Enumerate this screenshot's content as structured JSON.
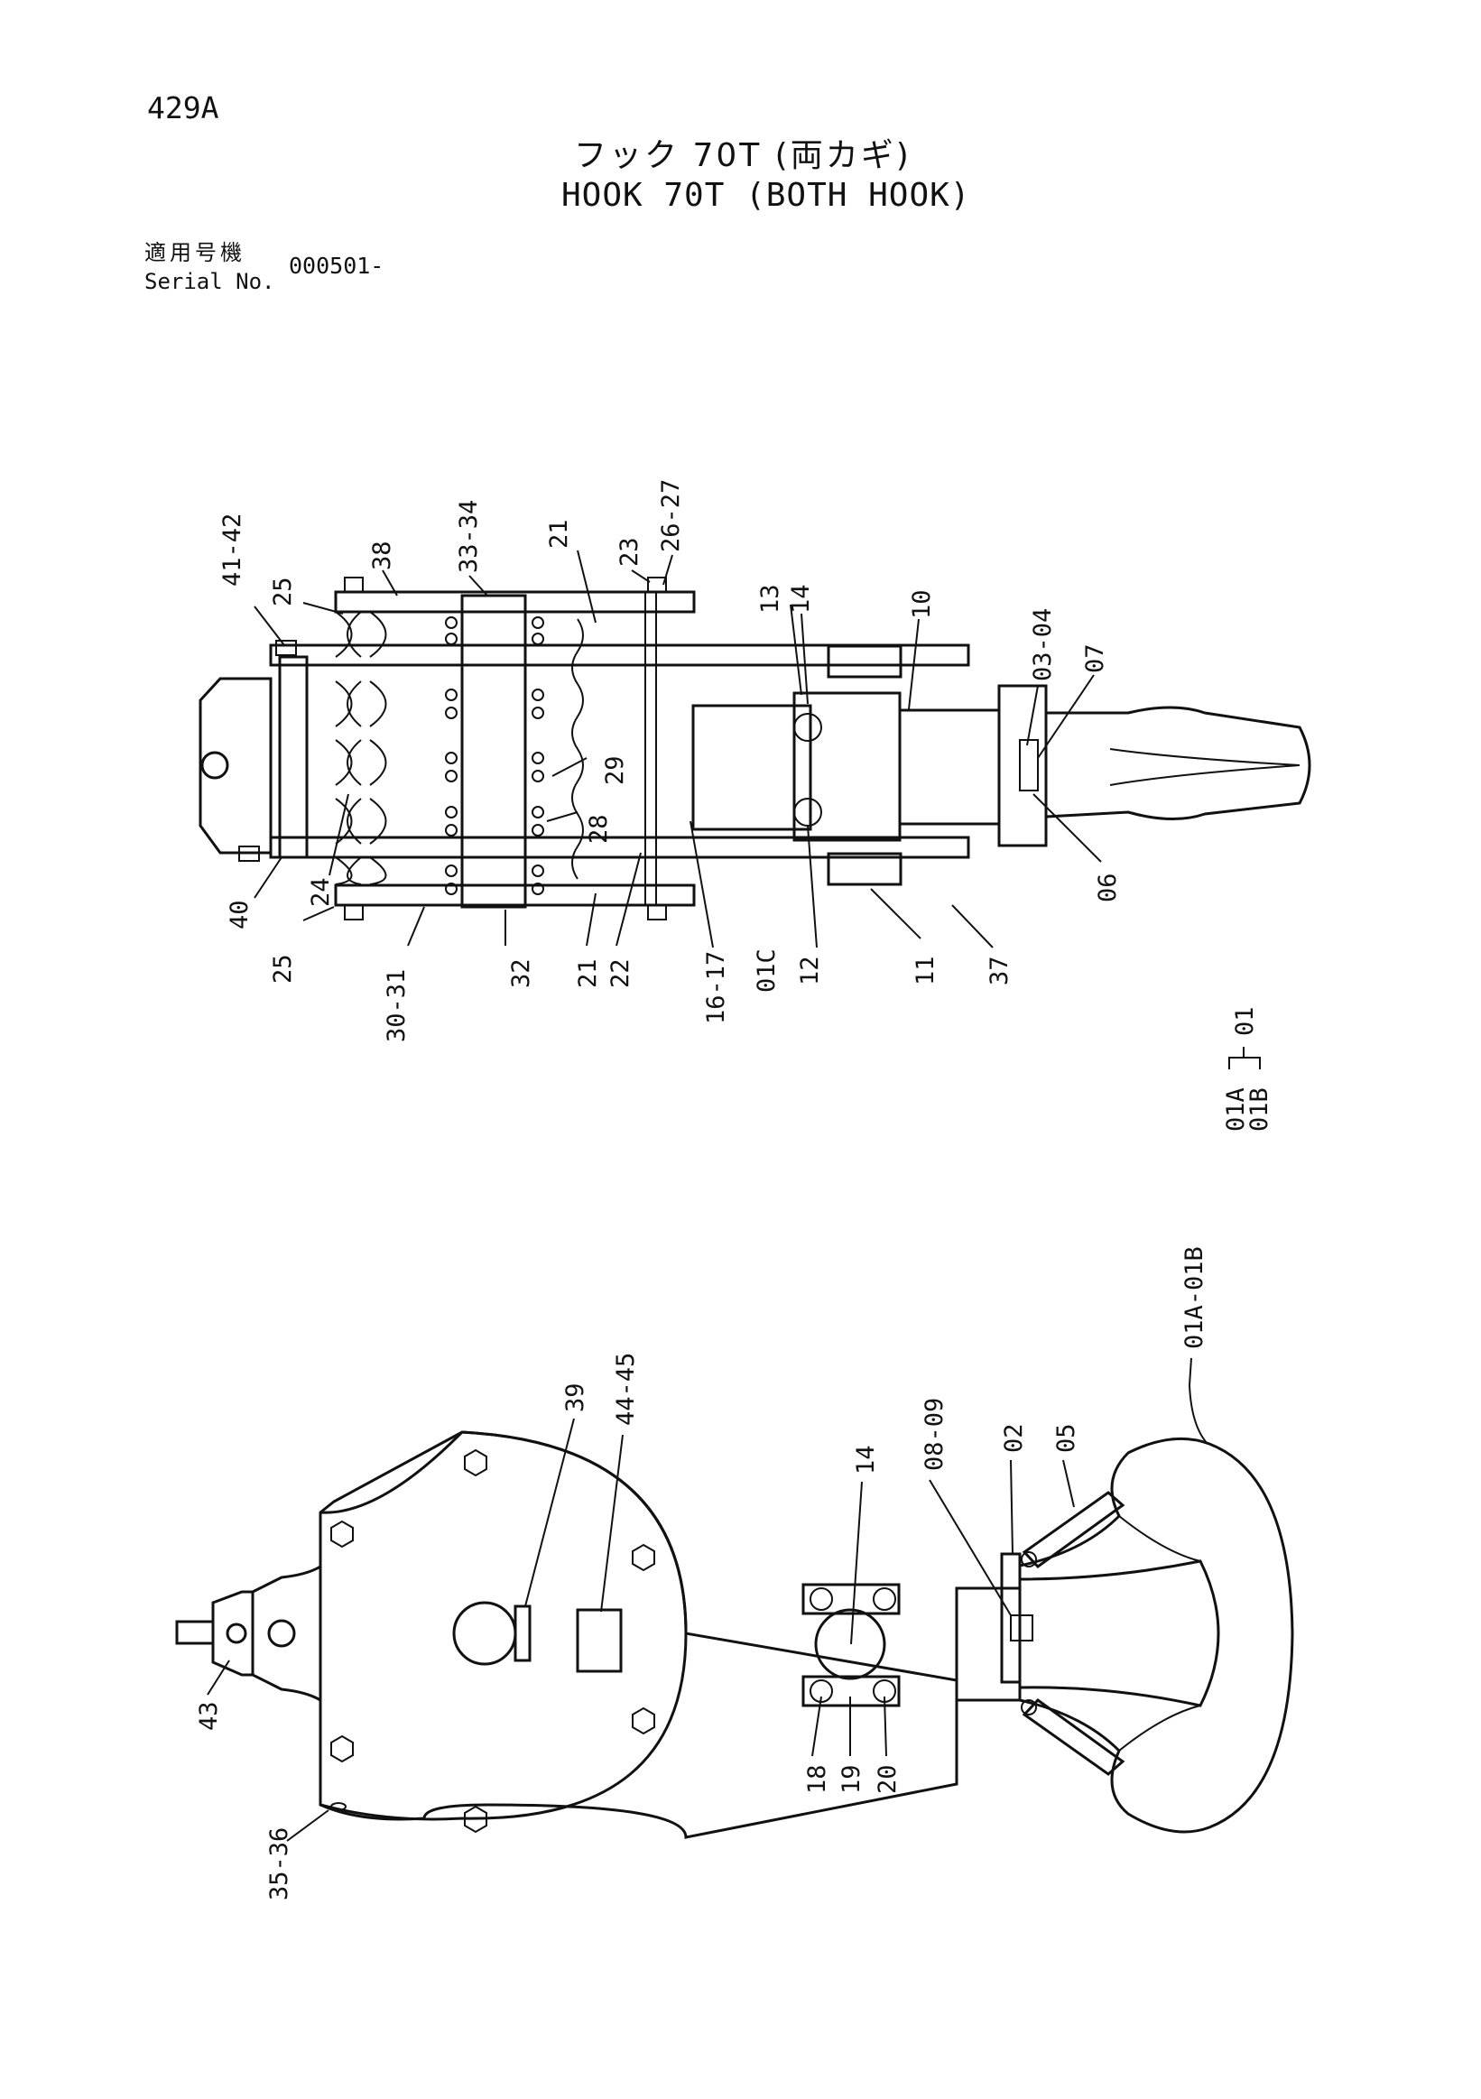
{
  "header": {
    "page_code": "429A",
    "title_jp": "フック 70T (両カギ)",
    "title_en": "HOOK 70T (BOTH HOOK)",
    "serial_label_jp": "適用号機",
    "serial_label_en": "Serial No.",
    "serial_value": "000501-"
  },
  "top_view_labels": [
    "41-42",
    "25",
    "38",
    "33-34",
    "21",
    "23",
    "26-27",
    "13",
    "14",
    "10",
    "03-04",
    "07",
    "29",
    "28",
    "40",
    "24",
    "25",
    "30-31",
    "32",
    "21",
    "22",
    "16-17",
    "01C",
    "12",
    "11",
    "37",
    "06"
  ],
  "bracket_legend": {
    "a": "01A",
    "b": "01B",
    "result": "01"
  },
  "side_view_labels": [
    "01A-01B",
    "39",
    "44-45",
    "14",
    "08-09",
    "02",
    "05",
    "43",
    "35-36",
    "18",
    "19",
    "20"
  ]
}
